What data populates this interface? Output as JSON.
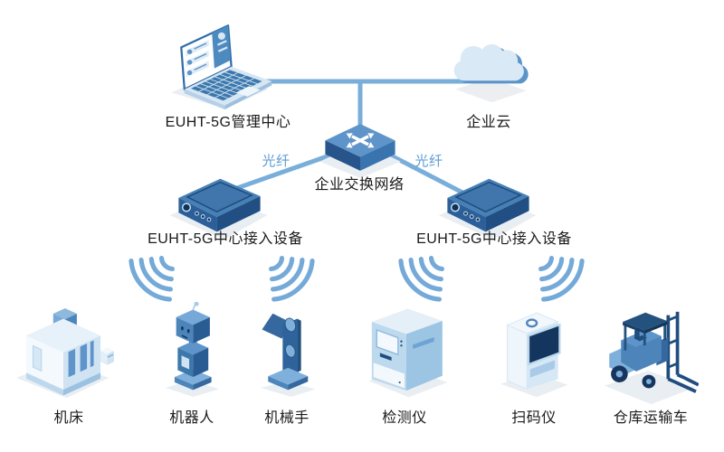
{
  "diagram": {
    "nodes": {
      "management_center": "EUHT-5G管理中心",
      "enterprise_cloud": "企业云",
      "enterprise_switch_network": "企业交换网络",
      "access_device_left": "EUHT-5G中心接入设备",
      "access_device_right": "EUHT-5G中心接入设备"
    },
    "links": {
      "fiber_left": "光纤",
      "fiber_right": "光纤"
    },
    "devices": [
      {
        "name": "machine-tool",
        "label": "机床"
      },
      {
        "name": "robot",
        "label": "机器人"
      },
      {
        "name": "robotic-arm",
        "label": "机械手"
      },
      {
        "name": "detector",
        "label": "检测仪"
      },
      {
        "name": "barcode-scanner",
        "label": "扫码仪"
      },
      {
        "name": "warehouse-transport-vehicle",
        "label": "仓库运输车"
      }
    ],
    "colors": {
      "connection_line": "#79aeda",
      "fiber_label": "#5b9bd5",
      "dark_navy": "#1f4d7e",
      "medium_blue": "#4d85bb",
      "light_blue": "#a9cbe8",
      "pale_blue": "#d9e9f6",
      "shadow": "#e9eef3",
      "label_text": "#1a1a1a"
    }
  }
}
